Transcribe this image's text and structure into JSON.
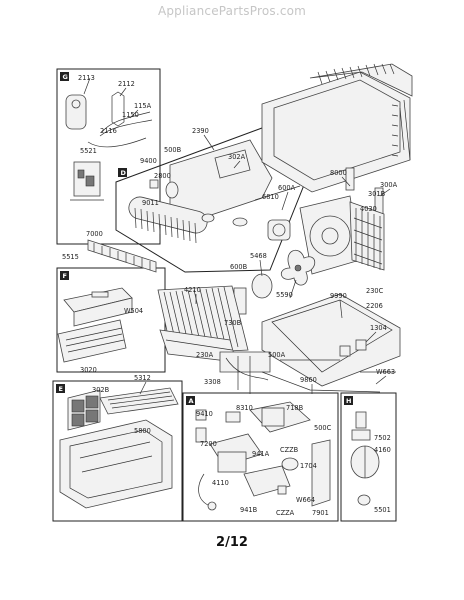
{
  "header": {
    "site": "AppliancePartsPros.com"
  },
  "footer": {
    "page": "2/12"
  },
  "sections": {
    "g": "G",
    "d": "D",
    "f": "F",
    "e": "E",
    "a": "A",
    "h": "H"
  },
  "parts": {
    "p2113": "2113",
    "p2112": "2112",
    "p115A": "115A",
    "p1150": "1150",
    "p2116": "2116",
    "p5521": "5521",
    "p2390": "2390",
    "p9400": "9400",
    "p500B": "500B",
    "p302A": "302A",
    "p2800": "2800",
    "p9011": "9011",
    "p600A": "600A",
    "p6810": "6810",
    "p8000": "8000",
    "p300A": "300A",
    "p301B": "301B",
    "p4030": "4030",
    "p7000": "7000",
    "p5515": "5515",
    "p5468": "5468",
    "p600B": "600B",
    "p4210": "4210",
    "p5590": "5590",
    "p9990": "9990",
    "p230C": "230C",
    "p2206": "2206",
    "pW504": "W504",
    "p730B": "730B",
    "p1304": "1304",
    "p3020": "3020",
    "p230A": "230A",
    "p500A": "500A",
    "p3308": "3308",
    "pW663": "W663",
    "p5312": "5312",
    "p9860": "9860",
    "p302B": "302B",
    "p8310": "8310",
    "p718B": "718B",
    "p9410": "9410",
    "p5800": "5800",
    "p500C": "500C",
    "p7200": "7200",
    "p941A": "941A",
    "pCZZB": "CZZB",
    "p1704": "1704",
    "p4110": "4110",
    "pW664": "W664",
    "p941B": "941B",
    "pCZZA": "CZZA",
    "p7901": "7901",
    "p7502": "7502",
    "p4160": "4160",
    "p5501": "5501"
  }
}
